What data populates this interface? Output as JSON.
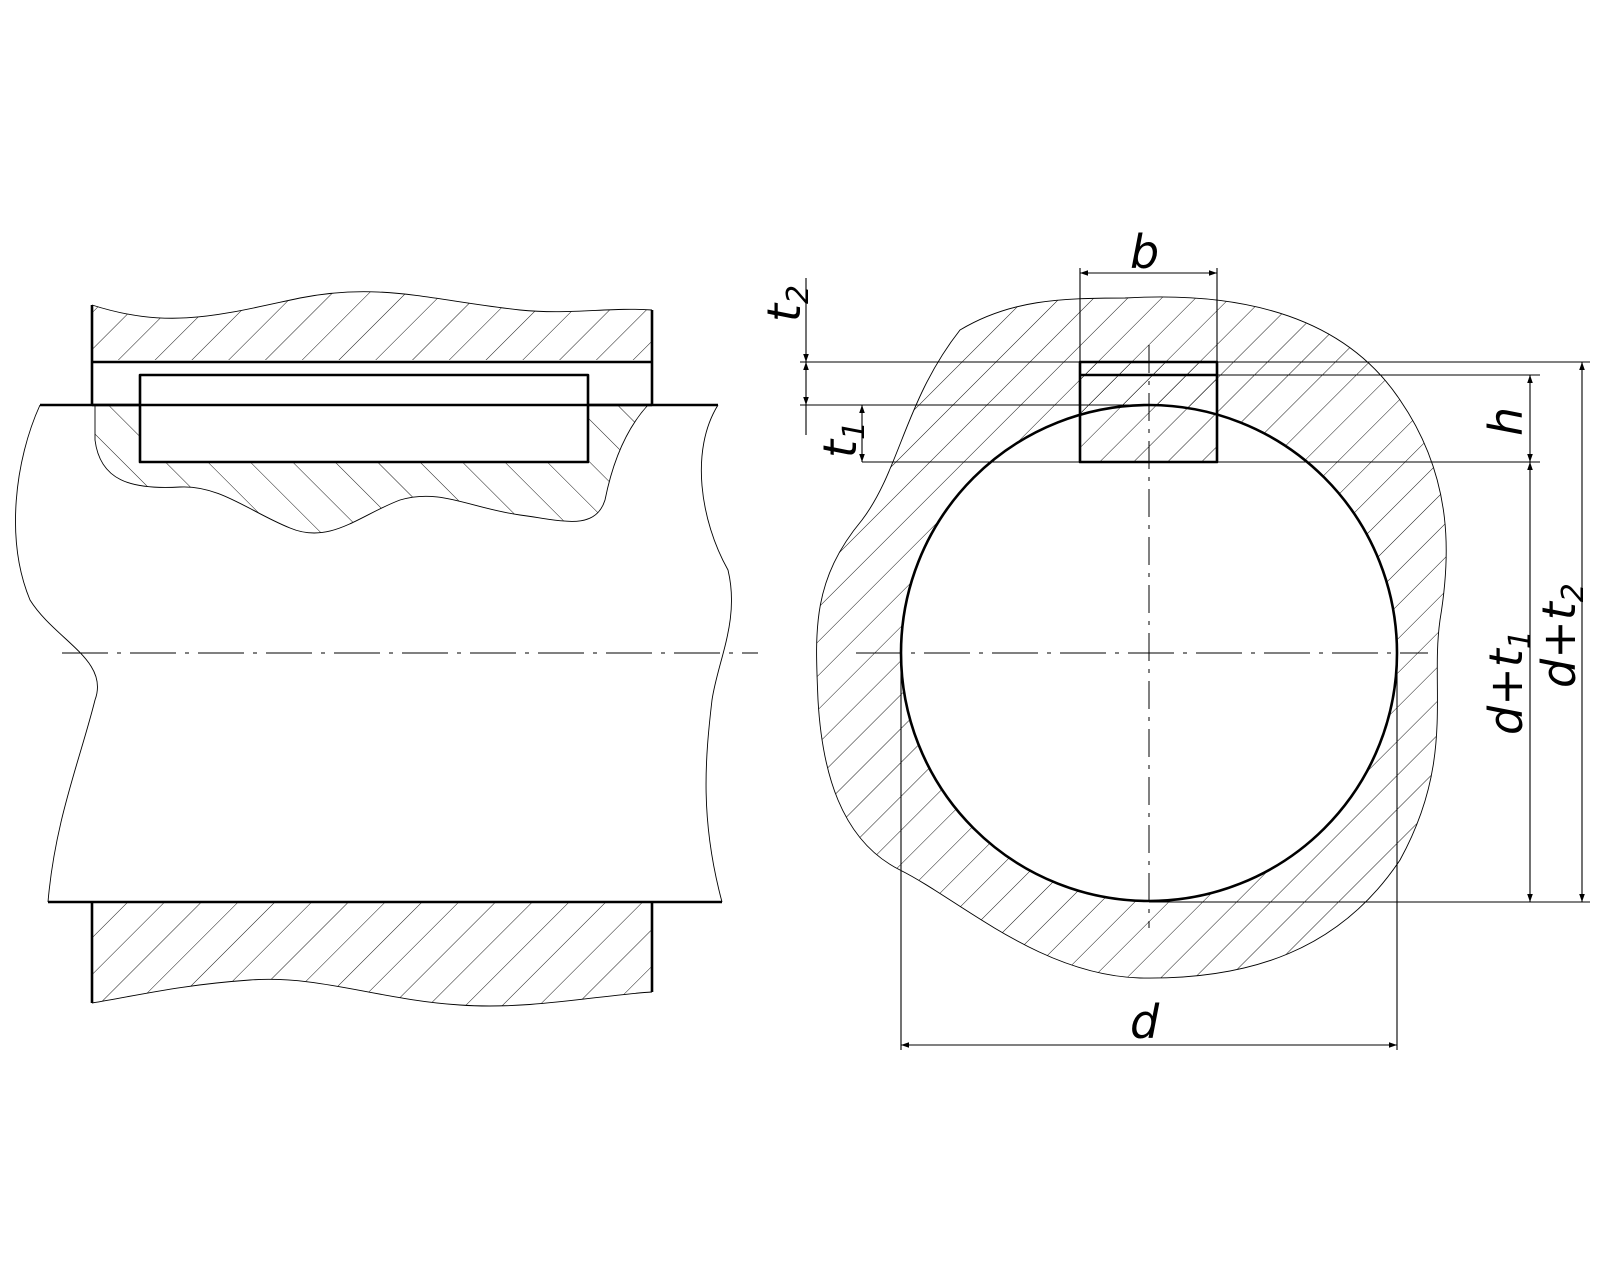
{
  "labels": {
    "b": "b",
    "t2": "t",
    "t2_sub": "2",
    "t1": "t",
    "t1_sub": "1",
    "h": "h",
    "d": "d",
    "d_plus_t1": "d+t",
    "d_plus_t1_sub": "1",
    "d_plus_t2": "d+t",
    "d_plus_t2_sub": "2"
  }
}
